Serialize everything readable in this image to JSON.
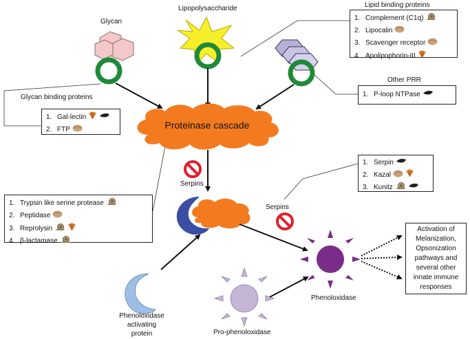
{
  "sources": {
    "glycan": "Glycan",
    "lipopolysaccharide": "Lipopolysaccharide",
    "lipid_binding_title": "Lipid binding proteins",
    "other_prr_title": "Other PRR",
    "glycan_binding_title": "Glycan binding proteins"
  },
  "lipid_binding_list": [
    {
      "num": "1.",
      "text": "Complement (C1q)",
      "icons": [
        "snail-icon"
      ]
    },
    {
      "num": "2.",
      "text": "Lipocalin",
      "icons": [
        "clam-icon"
      ]
    },
    {
      "num": "3.",
      "text": "Scavenger receptor",
      "icons": [
        "clam-icon"
      ]
    },
    {
      "num": "4.",
      "text": "Apolipophorin-III",
      "icons": [
        "scallop-icon"
      ]
    }
  ],
  "other_prr_list": [
    {
      "num": "1.",
      "text": "P-loop NTPase",
      "icons": [
        "mussel-icon"
      ]
    }
  ],
  "glycan_binding_list": [
    {
      "num": "1.",
      "text": "Gal-lectin",
      "icons": [
        "scallop-icon",
        "mussel-icon"
      ]
    },
    {
      "num": "2.",
      "text": "FTP",
      "icons": [
        "clam-icon"
      ]
    }
  ],
  "cascade_label": "Proteinase cascade",
  "serpins_label_1": "Serpins",
  "serpins_label_2": "Serpins",
  "inhibitor_list": [
    {
      "num": "1.",
      "text": "Serpin",
      "icons": [
        "mussel-icon"
      ]
    },
    {
      "num": "2.",
      "text": "Kazal",
      "icons": [
        "clam-icon",
        "scallop-icon"
      ]
    },
    {
      "num": "3.",
      "text": "Kunitz",
      "icons": [
        "snail-icon",
        "mussel-icon"
      ]
    }
  ],
  "protease_list": [
    {
      "num": "1.",
      "text": "Trypsin like serine protease",
      "icons": [
        "snail-icon"
      ]
    },
    {
      "num": "2.",
      "text": "Peptidase",
      "icons": [
        "clam-icon"
      ]
    },
    {
      "num": "3.",
      "text": "Reprolysin",
      "icons": [
        "snail-icon",
        "scallop-icon"
      ]
    },
    {
      "num": "4.",
      "text": "β-lactamase",
      "icons": [
        "snail-icon"
      ]
    }
  ],
  "phenoloxidase_label": "Phenoloxidase",
  "pro_phenoloxidase_label": "Pro-phenoloxidase",
  "ppa_protein_lines": [
    "Phenoloxidase",
    "activating",
    "protein"
  ],
  "activation_lines": [
    "Activation of",
    "Melanization,",
    "Opsonization",
    "pathways and",
    "several other",
    "innate immune",
    "responses"
  ],
  "colors": {
    "ring": "#1f8a3a",
    "cloud": "#f47a1f",
    "crescent_dark": "#3a4fa3",
    "crescent_light": "#9dbfe6",
    "star": "#f7ef2a",
    "sun": "#7b2c88",
    "pro_sun": "#c6b6d6",
    "glycan": "#f4c8c8",
    "hexagon": "#b7b0d6",
    "no_sign": "#e0202a"
  }
}
